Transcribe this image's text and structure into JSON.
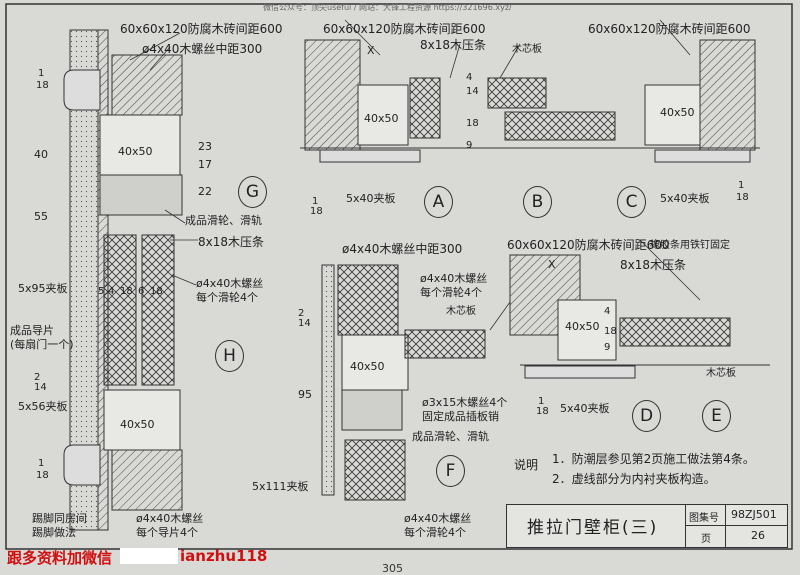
{
  "header": {
    "watermark": "微信公众号：顶尖useful / 网站：大锋工程资源 https://321696.xyz/"
  },
  "labels": {
    "g_spacing_top": "60x60x120防腐木砖间距600",
    "g_screw_300": "ø4x40木螺丝中距300",
    "a_spacing": "60x60x120防腐木砖间距600",
    "a_strip": "8x18木压条",
    "b_core": "木芯板",
    "c_spacing": "60x60x120防腐木砖间距600",
    "dim_40x50_g": "40x50",
    "dim_40x50_a": "40x50",
    "dim_40x50_c": "40x50",
    "dim_40x50_d": "40x50",
    "dim_40x50_h": "40x50",
    "dim_40x50_f": "40x50",
    "roller_track": "成品滑轮、滑轨",
    "strip_8x18": "8x18木压条",
    "ply_5x95": "5x95夹板",
    "screw_4x40_roller": "ø4x40木螺丝",
    "per_roller_4": "每个滑轮4个",
    "guide_label": "成品导片",
    "guide_note": "(每扇门一个)",
    "ply_5x56": "5x56夹板",
    "skirting_1": "踢脚同房间",
    "skirting_2": "踢脚做法",
    "screw_guide": "ø4x40木螺丝",
    "per_guide_4": "每个导片4个",
    "f_screw_300": "ø4x40木螺丝中距300",
    "f_screw_roller": "ø4x40木螺丝",
    "f_per_roller": "每个滑轮4个",
    "f_core": "木芯板",
    "f_screw_3x15": "ø3x15木螺丝4个",
    "f_fixed_pin": "固定成品插板销",
    "f_roller_track": "成品滑轮、滑轨",
    "ply_5x111": "5x111夹板",
    "f_screw_bottom": "ø4x40木螺丝",
    "f_per_roller_bottom": "每个滑轮4个",
    "d_spacing": "60x60x120防腐木砖间距600",
    "d_strip": "8x18木压条",
    "d_rubber": "橡胶条用铁钉固定",
    "e_core": "木芯板",
    "ply_5x40_a": "5x40夹板",
    "ply_5x40_c": "5x40夹板",
    "ply_5x40_d": "5x40夹板",
    "x_mark": "X"
  },
  "dims": {
    "g_40": "40",
    "g_55": "55",
    "g_22": "22",
    "g_17": "17",
    "g_23": "23",
    "h_2": "2",
    "h_14": "14",
    "h_5": "5",
    "h_4": "4",
    "h_18a": "18",
    "h_6": "6",
    "h_18b": "18",
    "f_2": "2",
    "f_14": "14",
    "f_95": "95",
    "a_9": "9",
    "a_18": "18",
    "a_14": "14",
    "a_4": "4",
    "d_9": "9",
    "d_18": "18",
    "d_4": "4"
  },
  "bubbles": {
    "G": "G",
    "H": "H",
    "A": "A",
    "B": "B",
    "C": "C",
    "D": "D",
    "E": "E",
    "F": "F"
  },
  "refs": {
    "ref1_top": "1",
    "ref1_bot": "18"
  },
  "notes": {
    "title": "说明",
    "n1": "1．防潮层参见第2页施工做法第4条。",
    "n2": "2．虚线部分为内衬夹板构造。"
  },
  "title_block": {
    "title": "推拉门壁柜(三)",
    "atlas_label": "图集号",
    "atlas_no": "98ZJ501",
    "page_label": "页",
    "page_no": "26"
  },
  "footer": {
    "promo": "跟多资料加微信",
    "promo_id": "ianzhu118",
    "page": "305"
  }
}
